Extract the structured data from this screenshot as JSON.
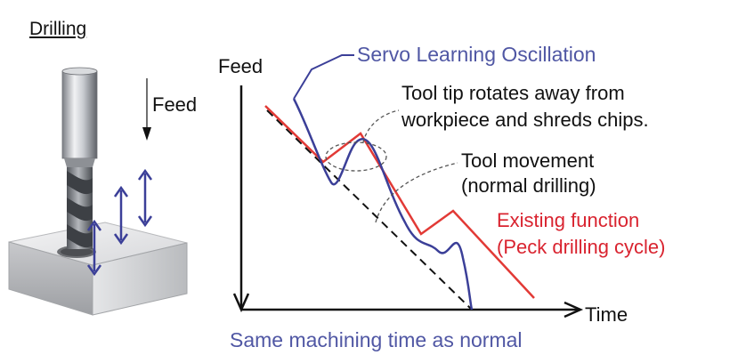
{
  "drilling_title": "Drilling",
  "feed_left_label": "Feed",
  "axis": {
    "y_label": "Feed",
    "x_label": "Time"
  },
  "servo_label": "Servo Learning Oscillation",
  "tool_tip_note": {
    "line1": "Tool tip rotates away from",
    "line2": "workpiece and shreds chips."
  },
  "tool_movement_note": {
    "line1": "Tool movement",
    "line2": "(normal drilling)"
  },
  "existing_function": {
    "line1": "Existing function",
    "line2": "(Peck drilling cycle)"
  },
  "footer": "Same machining time as normal",
  "colors": {
    "servo": "#3b3f98",
    "servo_text": "#5057a4",
    "peck": "#e23a36",
    "peck_text": "#d9232f",
    "axis": "#111111",
    "oscillation_arrows": "#3b3f98"
  }
}
